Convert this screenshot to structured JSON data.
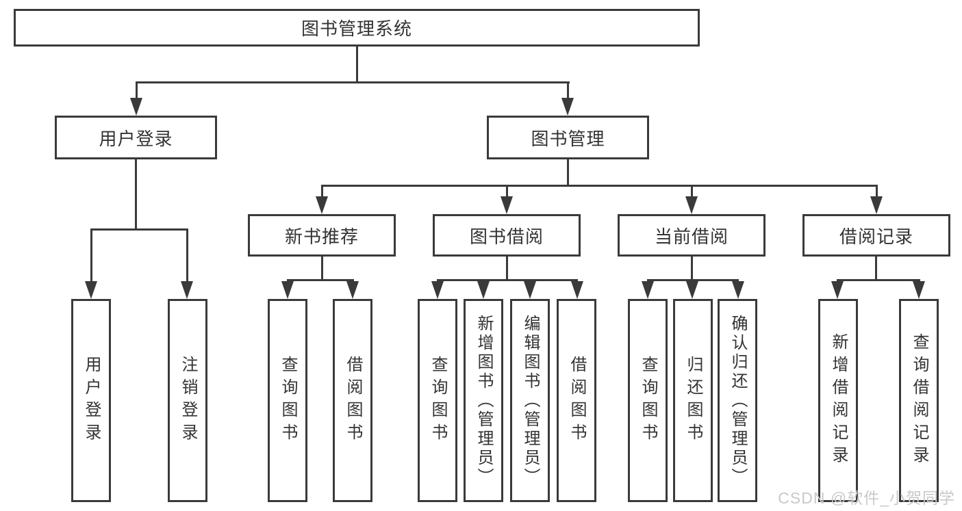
{
  "colors": {
    "line": "#3a3a3a",
    "box_border": "#3a3a3a",
    "text": "#333333",
    "background": "#ffffff",
    "watermark_gray": "#c9c9c9"
  },
  "tree": {
    "label": "图书管理系统",
    "children": [
      {
        "label": "用户登录",
        "children": [
          {
            "label": "用户登录"
          },
          {
            "label": "注销登录"
          }
        ]
      },
      {
        "label": "图书管理",
        "children": [
          {
            "label": "新书推荐",
            "children": [
              {
                "label": "查询图书"
              },
              {
                "label": "借阅图书"
              }
            ]
          },
          {
            "label": "图书借阅",
            "children": [
              {
                "label": "查询图书"
              },
              {
                "label": "新增图书（管理员）"
              },
              {
                "label": "编辑图书（管理员）"
              },
              {
                "label": "借阅图书"
              }
            ]
          },
          {
            "label": "当前借阅",
            "children": [
              {
                "label": "查询图书"
              },
              {
                "label": "归还图书"
              },
              {
                "label": "确认归还（管理员）"
              }
            ]
          },
          {
            "label": "借阅记录",
            "children": [
              {
                "label": "新增借阅记录"
              },
              {
                "label": "查询借阅记录"
              }
            ]
          }
        ]
      }
    ]
  },
  "watermark": {
    "text": "CSDN @软件_小贺同学"
  }
}
